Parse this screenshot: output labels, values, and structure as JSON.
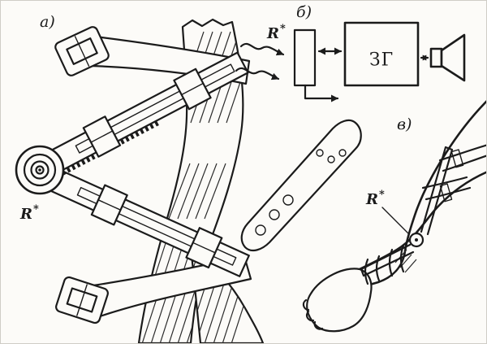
{
  "figure": {
    "panels": {
      "a": {
        "label": "а)",
        "sensor": {
          "base": "R",
          "sup": "*"
        }
      },
      "b": {
        "label": "б)",
        "sensor": {
          "base": "R",
          "sup": "*"
        },
        "generator": "ЗГ"
      },
      "c": {
        "label": "в)",
        "sensor": {
          "base": "R",
          "sup": "*"
        }
      }
    },
    "icons": {
      "speaker": "loudspeaker"
    },
    "colors": {
      "ink": "#1b1b1b",
      "paper": "#fcfbf8"
    }
  }
}
